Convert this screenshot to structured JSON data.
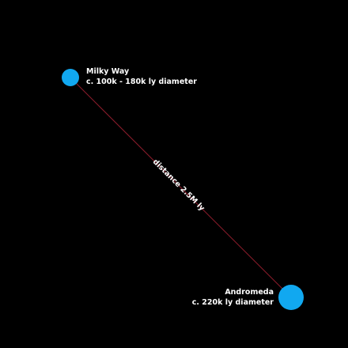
{
  "colors": {
    "background": "#000000",
    "galaxy": "#11a8f0",
    "connector": "#8e1d2c",
    "text": "#ffffff"
  },
  "galaxies": {
    "milky_way": {
      "name": "Milky Way",
      "diameter": "c. 100k - 180k ly diameter"
    },
    "andromeda": {
      "name": "Andromeda",
      "diameter": "c. 220k ly diameter"
    }
  },
  "connector": {
    "label": "distance 2.5M ly"
  }
}
